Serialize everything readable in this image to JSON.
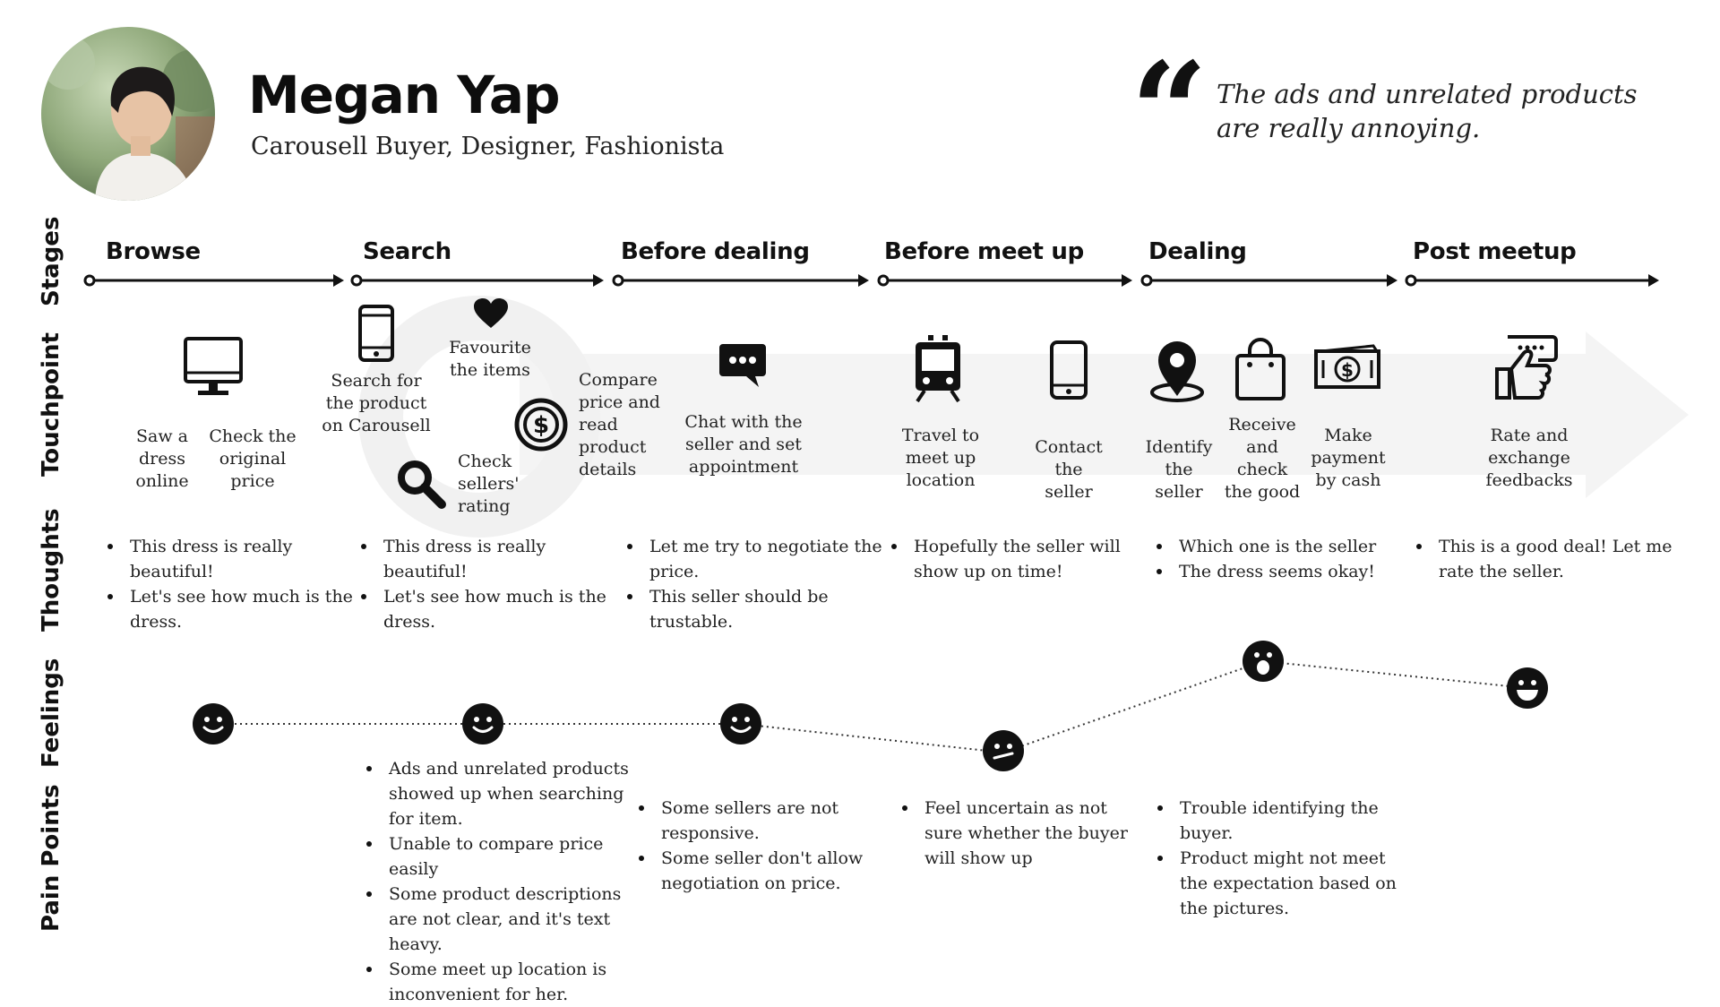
{
  "persona": {
    "name": "Megan Yap",
    "role": "Carousell Buyer, Designer, Fashionista",
    "quote": "The ads and unrelated products are really annoying."
  },
  "row_labels": {
    "stages": "Stages",
    "touchpoint": "Touchpoint",
    "thoughts": "Thoughts",
    "feelings": "Feelings",
    "pain_points": "Pain Points"
  },
  "stages": [
    "Browse",
    "Search",
    "Before dealing",
    "Before meet up",
    "Dealing",
    "Post meetup"
  ],
  "touchpoints": {
    "saw_dress": "Saw a dress online",
    "check_price": "Check the original price",
    "search_product": "Search for the product on Carousell",
    "favourite": "Favourite the items",
    "check_rating": "Check sellers' rating",
    "compare": "Compare price and read product details",
    "chat": "Chat with the seller and set appointment",
    "travel": "Travel to meet up location",
    "contact": "Contact the seller",
    "identify": "Identify the seller",
    "receive": "Receive and check the good",
    "payment": "Make payment by cash",
    "rate": "Rate and exchange feedbacks"
  },
  "thoughts": {
    "browse": [
      "This dress is really beautiful!",
      "Let's see how much is the dress."
    ],
    "search": [
      "This dress is really beautiful!",
      "Let's see how much is the dress."
    ],
    "before_dealing": [
      "Let me try to negotiate the price.",
      "This seller should be trustable."
    ],
    "before_meetup": [
      "Hopefully the seller will show up on time!"
    ],
    "dealing": [
      "Which one is the seller",
      "The dress seems okay!"
    ],
    "post_meetup": [
      "This is a good deal! Let me rate the seller."
    ]
  },
  "feelings": {
    "browse": "smile",
    "search": "smile",
    "before_dealing": "smile",
    "before_meetup": "unsure",
    "dealing": "excited",
    "post_meetup": "grin"
  },
  "pain_points": {
    "search": [
      "Ads and unrelated products showed up when searching for item.",
      "Unable to compare price easily",
      "Some product descriptions are not clear, and it's text heavy.",
      "Some meet up location is inconvenient for her."
    ],
    "before_dealing": [
      "Some sellers are not responsive.",
      "Some seller don't allow negotiation on price."
    ],
    "before_meetup": [
      "Feel uncertain as not sure whether the buyer will show up"
    ],
    "dealing": [
      "Trouble identifying the buyer.",
      "Product might not meet the expectation based on the pictures."
    ]
  },
  "icons": [
    "monitor-icon",
    "phone-icon",
    "heart-icon",
    "dollar-coin-icon",
    "magnifier-icon",
    "chat-bubble-icon",
    "train-icon",
    "mobile-icon",
    "location-pin-icon",
    "shopping-bag-icon",
    "cash-icon",
    "thumbs-up-icon"
  ],
  "colors": {
    "ink": "#111111",
    "background": "#ffffff",
    "band": "#f3f3f3"
  }
}
